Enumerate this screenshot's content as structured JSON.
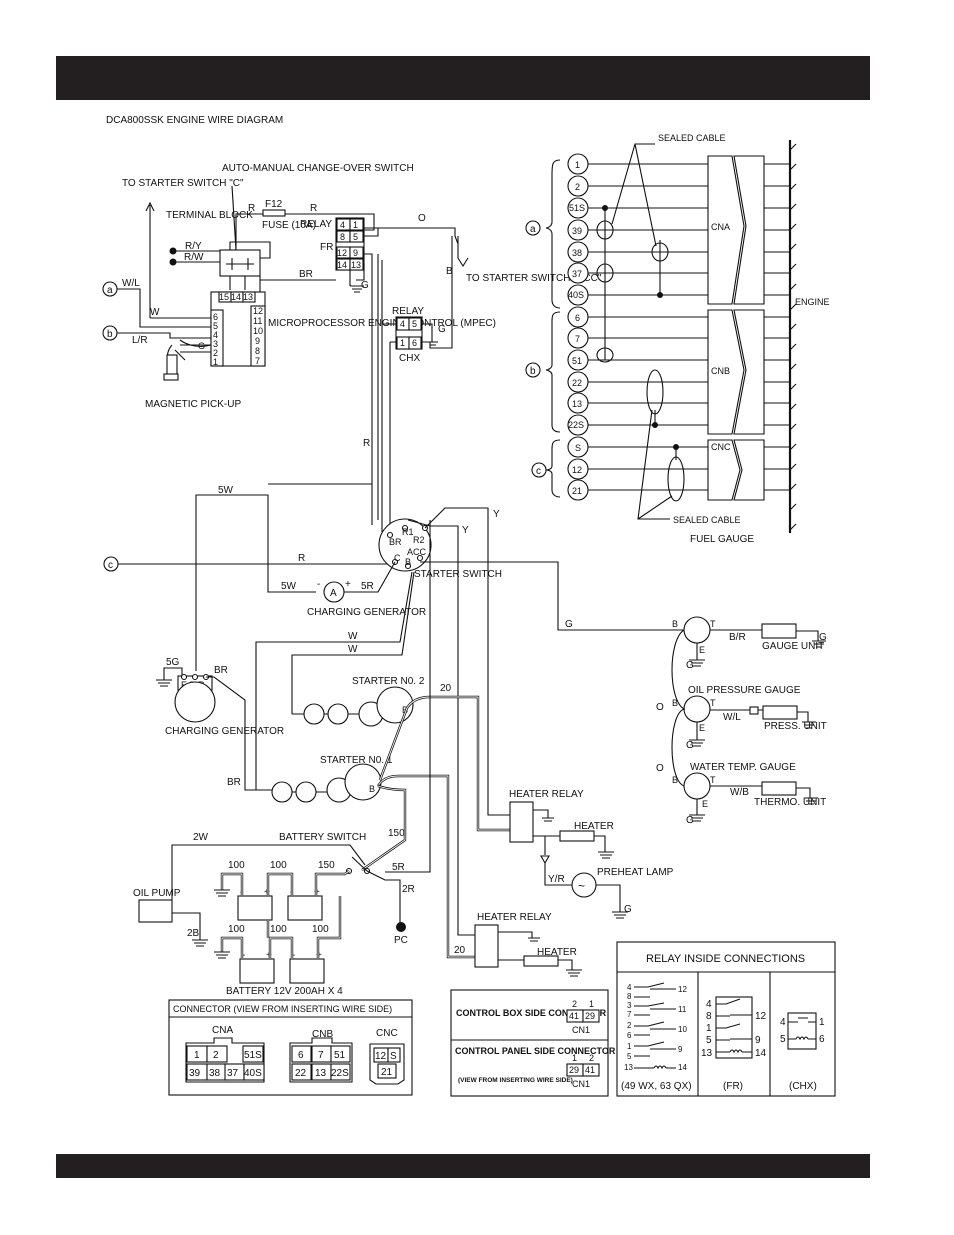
{
  "title": "DCA800SSK ENGINE WIRE DIAGRAM",
  "labels": {
    "starter_switch_c": "TO STARTER SWITCH \"C\"",
    "auto_manual": "AUTO-MANUAL CHANGE-OVER SWITCH",
    "terminal_block": "TERMINAL BLOCK",
    "fuse": "FUSE (10A)",
    "fuse_id": "F12",
    "relay": "RELAY",
    "fr": "FR",
    "to_starter_acc": "TO STARTER SWITCH \"ACC\"",
    "mpec": "MICROPROCESSOR ENGINE CONTROL (MPEC)",
    "magnetic_pickup": "MAGNETIC PICK-UP",
    "chx": "CHX",
    "sealed_cable_top": "SEALED CABLE",
    "sealed_cable_bottom": "SEALED CABLE",
    "fuel_gauge": "FUEL GAUGE",
    "engine": "ENGINE",
    "cna": "CNA",
    "cnb": "CNB",
    "cnc": "CNC",
    "starter_switch": "STARTER SWITCH",
    "charging_generator_a": "CHARGING GENERATOR",
    "charging_generator_b": "CHARGING GENERATOR",
    "starter_no2": "STARTER N0. 2",
    "starter_no1": "STARTER N0. 1",
    "battery_switch": "BATTERY SWITCH",
    "oil_pump": "OIL PUMP",
    "battery": "BATTERY   12V 200AH X 4",
    "pc": "PC",
    "heater_relay_1": "HEATER RELAY",
    "heater_relay_2": "HEATER RELAY",
    "heater_1": "HEATER",
    "heater_2": "HEATER",
    "preheat_lamp": "PREHEAT LAMP",
    "gauge_unit": "GAUGE UNIT",
    "oil_pressure_gauge": "OIL PRESSURE GAUGE",
    "press_unit": "PRESS. UNIT",
    "water_temp_gauge": "WATER TEMP. GAUGE",
    "thermo_unit": "THERMO. UNIT"
  },
  "wires": {
    "R": "R",
    "O": "O",
    "B": "B",
    "G": "G",
    "BR": "BR",
    "W": "W",
    "WL": "W/L",
    "LR": "L/R",
    "RY": "R/Y",
    "RW": "R/W",
    "5W": "5W",
    "5R": "5R",
    "5G": "5G",
    "Y": "Y",
    "20": "20",
    "150": "150",
    "100": "100",
    "2W": "2W",
    "2B": "2B",
    "2R": "2R",
    "BR_w": "B/R",
    "WB": "W/B",
    "YR": "Y/R"
  },
  "starter_switch_terms": {
    "r1": "R1",
    "r2": "R2",
    "br": "BR",
    "acc": "ACC",
    "c": "C",
    "b": "B"
  },
  "gauge_terms": {
    "b": "B",
    "t": "T",
    "e": "E"
  },
  "marker_a": "a",
  "marker_b": "b",
  "marker_c": "c",
  "mpec_pins": [
    "12",
    "11",
    "10",
    "9",
    "8",
    "7",
    "6",
    "5",
    "4",
    "3",
    "2",
    "1"
  ],
  "mpec_top": [
    "15",
    "14",
    "13"
  ],
  "relay_pins": [
    "4",
    "1",
    "8",
    "5",
    "12",
    "9",
    "14",
    "13"
  ],
  "chx_pins": [
    "4",
    "5",
    "1",
    "6"
  ],
  "conn_a_pins": [
    "1",
    "2",
    "51S",
    "39",
    "38",
    "37",
    "40S"
  ],
  "conn_b_pins": [
    "6",
    "7",
    "51",
    "22",
    "13",
    "22S"
  ],
  "conn_c_pins": [
    "S",
    "12",
    "21"
  ],
  "connector_box": {
    "title": "CONNECTOR (VIEW FROM INSERTING WIRE SIDE)",
    "cna": "CNA",
    "cnb": "CNB",
    "cnc": "CNC",
    "cna_top": [
      "1",
      "2",
      "51S"
    ],
    "cna_bottom": [
      "39",
      "38",
      "37",
      "40S"
    ],
    "cnb_top": [
      "6",
      "7",
      "51"
    ],
    "cnb_bottom": [
      "22",
      "13",
      "22S"
    ],
    "cnc_top": [
      "12",
      "S"
    ],
    "cnc_bottom": [
      "21"
    ]
  },
  "cn1_box": {
    "control_box": "CONTROL BOX SIDE CONNECTOR",
    "control_panel": "CONTROL PANEL SIDE CONNECTOR",
    "view_note": "(VIEW FROM INSERTING WIRE SIDE)",
    "cn1": "CN1",
    "box_top": [
      "2",
      "1"
    ],
    "box_cells": [
      "41",
      "29"
    ],
    "panel_top": [
      "1",
      "2"
    ],
    "panel_cells": [
      "29",
      "41"
    ]
  },
  "relay_box": {
    "title": "RELAY INSIDE CONNECTIONS",
    "left_pins_l": [
      "4",
      "8",
      "3",
      "7",
      "2",
      "6",
      "1",
      "5",
      "13"
    ],
    "left_pins_r": [
      "12",
      "11",
      "10",
      "9",
      "14"
    ],
    "left_caption": "(49 WX, 63 QX)",
    "fr_left": [
      "4",
      "8",
      "1",
      "5",
      "13"
    ],
    "fr_right": [
      "12",
      "9",
      "14"
    ],
    "fr_caption": "(FR)",
    "chx_left": [
      "4",
      "5"
    ],
    "chx_right": [
      "1",
      "6"
    ],
    "chx_caption": "(CHX)"
  }
}
